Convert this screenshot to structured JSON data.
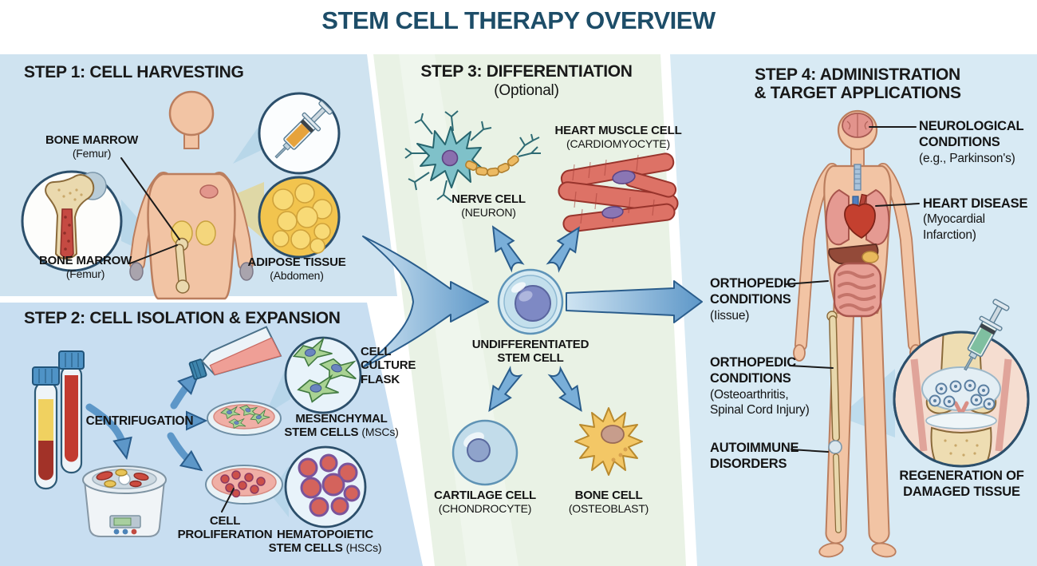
{
  "title": "STEM CELL THERAPY OVERVIEW",
  "palette": {
    "title_text": "#1d4d68",
    "panel_blue_step1": "#cfe3f0",
    "panel_blue_step2": "#c8def1",
    "panel_mint_step3": "#e9f2e5",
    "panel_blue_step4": "#d8eaf4",
    "arrow_blue": "#5d97c8",
    "heading_text": "#1a1a1a"
  },
  "step1": {
    "heading": "STEP 1: CELL HARVESTING",
    "bone_marrow_top": {
      "name": "BONE MARROW",
      "sub": "(Femur)"
    },
    "bone_marrow_bottom": {
      "name": "BONE MARROW",
      "sub": "(Femur)"
    },
    "adipose": {
      "name": "ADIPOSE TISSUE",
      "sub": "(Abdomen)"
    }
  },
  "step2": {
    "heading": "STEP 2: CELL ISOLATION & EXPANSION",
    "centrifugation": "CENTRIFUGATION",
    "flask_label": "CELL\nCULTURE\nFLASK",
    "msc": {
      "name": "MESENCHYMAL\nSTEM CELLS",
      "sub": "(MSCs)"
    },
    "proliferation": "CELL\nPROLIFERATION",
    "hsc": {
      "name": "HEMATOPOIETIC\nSTEM CELLS",
      "sub": "(HSCs)"
    }
  },
  "step3": {
    "heading": "STEP 3: DIFFERENTIATION",
    "subheading": "(Optional)",
    "nerve": {
      "name": "NERVE CELL",
      "sub": "(NEURON)"
    },
    "heart_muscle": {
      "name": "HEART MUSCLE CELL",
      "sub": "(CARDIOMYOCYTE)"
    },
    "undifferentiated": "UNDIFFERENTIATED\nSTEM CELL",
    "cartilage": {
      "name": "CARTILAGE CELL",
      "sub": "(CHONDROCYTE)"
    },
    "bone": {
      "name": "BONE CELL",
      "sub": "(OSTEOBLAST)"
    }
  },
  "step4": {
    "heading": "STEP 4: ADMINISTRATION\n& TARGET APPLICATIONS",
    "neurological": {
      "name": "NEUROLOGICAL\nCONDITIONS",
      "sub": "(e.g., Parkinson's)"
    },
    "heart_disease": {
      "name": "HEART DISEASE",
      "sub": "(Myocardial\nInfarction)"
    },
    "orthopedic_1": {
      "name": "ORTHOPEDIC\nCONDITIONS",
      "sub": "(Iissue)"
    },
    "orthopedic_2": {
      "name": "ORTHOPEDIC\nCONDITIONS",
      "sub": "(Osteoarthritis,\nSpinal Cord Injury)"
    },
    "autoimmune": "AUTOIMMUNE\nDISORDERS",
    "regeneration": "REGENERATION OF\nDAMAGED TISSUE"
  }
}
